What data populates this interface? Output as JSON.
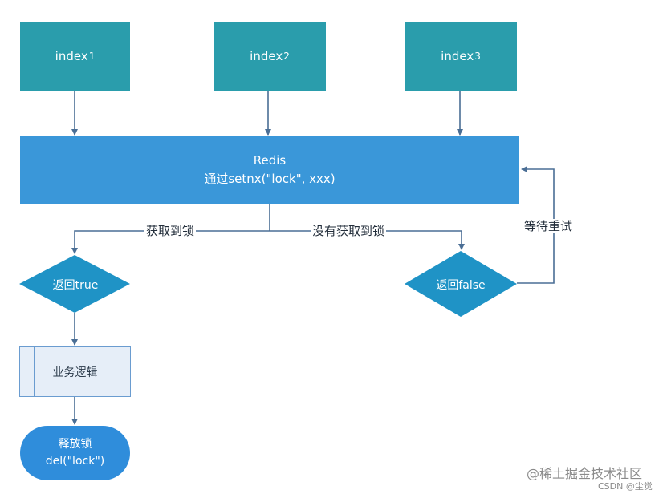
{
  "nodes": {
    "index1": {
      "label": "index",
      "sub": "1"
    },
    "index2": {
      "label": "index",
      "sub": "2"
    },
    "index3": {
      "label": "index",
      "sub": "3"
    },
    "redis": {
      "line1": "Redis",
      "line2": "通过setnx(\"lock\", xxx)"
    },
    "return_true": "返回true",
    "return_false": "返回false",
    "business_logic": "业务逻辑",
    "release_lock": {
      "line1": "释放锁",
      "line2": "del(\"lock\")"
    }
  },
  "edges": {
    "got_lock": "获取到锁",
    "no_lock": "没有获取到锁",
    "wait_retry": "等待重试"
  },
  "watermark": {
    "main": "@稀土掘金技术社区",
    "sub": "CSDN @尘觉"
  },
  "colors": {
    "index_box": "#2a9dac",
    "redis_box": "#3a97d9",
    "diamond": "#1f93c6",
    "terminal": "#2f8ddb",
    "process_fill": "#e6eef8",
    "connector": "#4a6e95"
  }
}
